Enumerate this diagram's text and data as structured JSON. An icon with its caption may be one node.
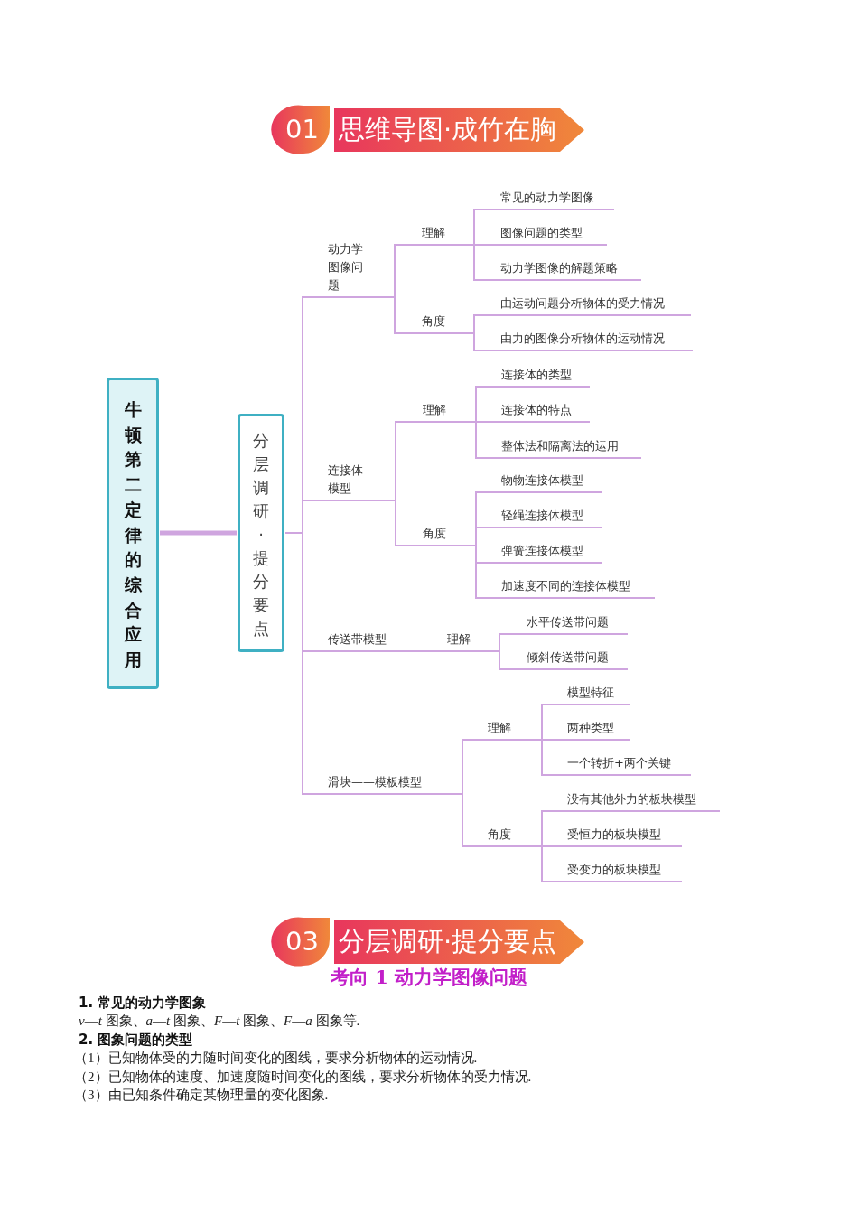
{
  "diagram": {
    "nodes": [
      {
        "text": [
          "牛顿第二定律的综合应用"
        ]
      },
      {
        "text": [
          "分层调研·提分要点"
        ]
      },
      {
        "text": [
          "动力学图像问题"
        ]
      },
      {
        "text": [
          "理解"
        ]
      },
      {
        "text": [
          "常见的动力学图像"
        ]
      },
      {
        "text": [
          "图像问题的类型"
        ]
      },
      {
        "text": [
          "动力学图像的解题策略"
        ]
      },
      {
        "text": [
          "角度"
        ]
      },
      {
        "text": [
          "由运动问题分析物体的受力情况"
        ]
      },
      {
        "text": [
          "由力的图像分析物体的运动情况"
        ]
      },
      {
        "text": [
          "连接体模型"
        ]
      },
      {
        "text": [
          "理解"
        ]
      },
      {
        "text": [
          "连接体的类型"
        ]
      },
      {
        "text": [
          "连接体的特点"
        ]
      },
      {
        "text": [
          "整体法和隔离法的运用"
        ]
      },
      {
        "text": [
          "角度"
        ]
      },
      {
        "text": [
          "物物连接体模型"
        ]
      },
      {
        "text": [
          "轻绳连接体模型"
        ]
      },
      {
        "text": [
          "弹簧连接体模型"
        ]
      },
      {
        "text": [
          "加速度不同的连接体模型"
        ]
      },
      {
        "text": [
          "传送带模型"
        ]
      },
      {
        "text": [
          "理解"
        ]
      },
      {
        "text": [
          "水平传送带问题"
        ]
      },
      {
        "text": [
          "倾斜传送带问题"
        ]
      },
      {
        "text": [
          "滑块——模板模型"
        ]
      },
      {
        "text": [
          "理解"
        ]
      },
      {
        "text": [
          "模型特征"
        ]
      },
      {
        "text": [
          "两种类型"
        ]
      },
      {
        "text": [
          "一个转折+两个关键"
        ]
      },
      {
        "text": [
          "角度"
        ]
      },
      {
        "text": [
          "没有其他外力的板块模型"
        ]
      },
      {
        "text": [
          "受恒力的板块模型"
        ]
      },
      {
        "text": [
          "受变力的板块模型"
        ]
      }
    ],
    "edges": [
      {
        "from": 0,
        "to": 1,
        "arrow": "none",
        "style": "thick"
      },
      {
        "from": 1,
        "to": 2,
        "arrow": "none"
      },
      {
        "from": 2,
        "to": 3,
        "arrow": "none"
      },
      {
        "from": 3,
        "to": 4,
        "arrow": "none"
      },
      {
        "from": 3,
        "to": 5,
        "arrow": "none"
      },
      {
        "from": 3,
        "to": 6,
        "arrow": "none"
      },
      {
        "from": 2,
        "to": 7,
        "arrow": "none"
      },
      {
        "from": 7,
        "to": 8,
        "arrow": "none"
      },
      {
        "from": 7,
        "to": 9,
        "arrow": "none"
      },
      {
        "from": 1,
        "to": 10,
        "arrow": "none"
      },
      {
        "from": 10,
        "to": 11,
        "arrow": "none"
      },
      {
        "from": 11,
        "to": 12,
        "arrow": "none"
      },
      {
        "from": 11,
        "to": 13,
        "arrow": "none"
      },
      {
        "from": 11,
        "to": 14,
        "arrow": "none"
      },
      {
        "from": 10,
        "to": 15,
        "arrow": "none"
      },
      {
        "from": 15,
        "to": 16,
        "arrow": "none"
      },
      {
        "from": 15,
        "to": 17,
        "arrow": "none"
      },
      {
        "from": 15,
        "to": 18,
        "arrow": "none"
      },
      {
        "from": 15,
        "to": 19,
        "arrow": "none"
      },
      {
        "from": 1,
        "to": 20,
        "arrow": "none"
      },
      {
        "from": 20,
        "to": 21,
        "arrow": "none"
      },
      {
        "from": 21,
        "to": 22,
        "arrow": "none"
      },
      {
        "from": 21,
        "to": 23,
        "arrow": "none"
      },
      {
        "from": 1,
        "to": 24,
        "arrow": "none"
      },
      {
        "from": 24,
        "to": 25,
        "arrow": "none"
      },
      {
        "from": 25,
        "to": 26,
        "arrow": "none"
      },
      {
        "from": 25,
        "to": 27,
        "arrow": "none"
      },
      {
        "from": 25,
        "to": 28,
        "arrow": "none"
      },
      {
        "from": 24,
        "to": 29,
        "arrow": "none"
      },
      {
        "from": 29,
        "to": 30,
        "arrow": "none"
      },
      {
        "from": 29,
        "to": 31,
        "arrow": "none"
      },
      {
        "from": 29,
        "to": 32,
        "arrow": "none"
      }
    ],
    "labels": [
      "01",
      "思维导图·成竹在胸",
      "03",
      "分层调研·提分要点",
      "考向 1 动力学图像问题",
      "1. 常见的动力学图象",
      "*v*—*t* 图象、*a*—*t* 图象、*F*—*t* 图象、*F*—*a* 图象等.",
      "2. 图象问题的类型",
      "（1）已知物体受的力随时间变化的图线，要求分析物体的运动情况.",
      "（2）已知物体的速度、加速度随时间变化的图线，要求分析物体的受力情况.",
      "（3）由已知条件确定某物理量的变化图象."
    ]
  }
}
